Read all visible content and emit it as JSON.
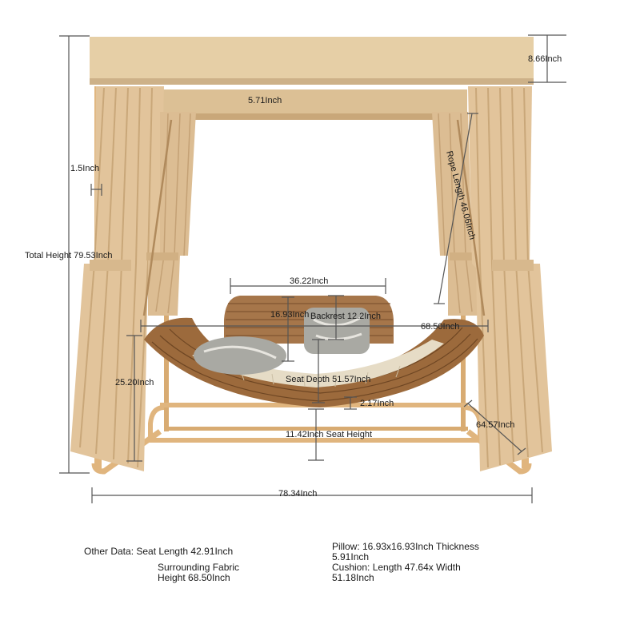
{
  "colors": {
    "canopy": "#e6cfa6",
    "canopy_shadow": "#cdb188",
    "curtain": "#e2c49b",
    "curtain_shadow": "#c9a779",
    "frame": "#e0b57e",
    "rattan": "#9c6a3c",
    "cushion": "#e6dcc6",
    "pillow": "#a9a9a3",
    "dimension_line": "#555555",
    "text": "#1a1a1a"
  },
  "dimensions": {
    "canopy_height": "8.66Inch",
    "top_beam": "5.71Inch",
    "post": "1.5Inch",
    "total_height": "Total Height 79.53Inch",
    "rope_length": "Rope Length 46.06Inch",
    "backrest_width": "36.22Inch",
    "pillow_size": "16.93Inch",
    "backrest_height": "Backrest 12.2Inch",
    "swing_width": "68.50Inch",
    "side_height": "25.20Inch",
    "seat_depth": "Seat Depth 51.57Inch",
    "cushion_thickness": "2.17Inch",
    "base_depth": "64.57Inch",
    "seat_height": "11.42Inch Seat Height",
    "total_width": "78.34Inch"
  },
  "notes": {
    "other_data": "Other Data: Seat Length 42.91Inch",
    "fabric_line1": "Surrounding Fabric",
    "fabric_line2": "Height 68.50Inch",
    "pillow_line1": "Pillow: 16.93x16.93Inch Thickness",
    "pillow_line2": "5.91Inch",
    "cushion_line1": "Cushion: Length 47.64x Width",
    "cushion_line2": "51.18Inch"
  }
}
